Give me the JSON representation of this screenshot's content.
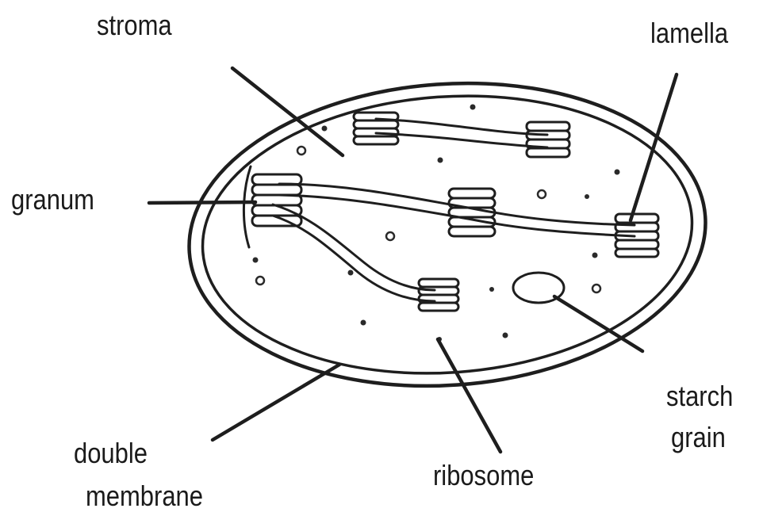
{
  "labels": {
    "stroma": "stroma",
    "lamella": "lamella",
    "granum": "granum",
    "starch_line1": "starch",
    "starch_line2": "grain",
    "double_line1": "double",
    "double_line2": "membrane",
    "ribosome": "ribosome"
  },
  "colors": {
    "ink": "#1e1e1e",
    "background": "#ffffff"
  }
}
